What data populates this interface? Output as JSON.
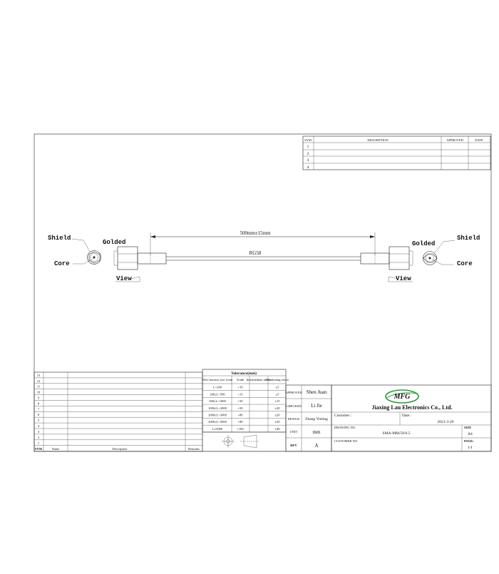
{
  "revision_table": {
    "headers": [
      "SYM",
      "DESCRIPTION",
      "APPROVED",
      "DATE"
    ],
    "rows": [
      "1",
      "2",
      "3",
      "4"
    ]
  },
  "drawing": {
    "length_dim": "500mm±15mm",
    "cable_label": "RG58",
    "left": {
      "shield": "Shield",
      "core": "Core",
      "golded": "Golded",
      "view": "View"
    },
    "right": {
      "shield": "Shield",
      "core": "Core",
      "golded": "Golded",
      "view": "View"
    }
  },
  "parts_list": {
    "row_numbers": [
      "13",
      "12",
      "11",
      "10",
      "9",
      "8",
      "7",
      "6",
      "5",
      "4",
      "3",
      "2",
      "1"
    ],
    "footer": [
      "SYM",
      "Name",
      "Description",
      "Remarks"
    ]
  },
  "tolerance": {
    "title": "Tolerance(mm)",
    "headers": [
      "Wire harness size Lmm",
      "Trunk",
      "Intermediate nodes",
      "Positioning errors"
    ],
    "rows": [
      {
        "range": "L<200",
        "trunk": "+10",
        "err": "±5"
      },
      {
        "range": "200≤L<500",
        "trunk": "+15",
        "err": "±5"
      },
      {
        "range": "500≤L<1000",
        "trunk": "+30",
        "err": "±15"
      },
      {
        "range": "1000≤L<2000",
        "trunk": "+50",
        "err": "±20"
      },
      {
        "range": "2000≤L<3000",
        "trunk": "+80",
        "err": "±20"
      },
      {
        "range": "3000≤L<5000",
        "trunk": "+80",
        "err": "±30"
      },
      {
        "range": "L≥5000",
        "trunk": "+100",
        "err": "±40"
      }
    ]
  },
  "title_block": {
    "approved_label": "APPROVED",
    "approved_name": "Shen Juan",
    "checked_label": "CHECKED",
    "checked_name": "Li Jie",
    "design_label": "DESIGN",
    "design_name": "Zhang Yiming",
    "unit_label": "UNIT",
    "unit_value": "mm",
    "rev_label": "REV",
    "rev_value": "A",
    "logo_text": "MFG",
    "company": "Jiaxing Lau Electronics Co., Ltd.",
    "customer_label": "Customer :",
    "date_label": "Date :",
    "date_value": "2021-3-29",
    "drawing_no_label": "DRAWING NO.",
    "drawing_no_value": "SMA-MM/50/0.5",
    "size_label": "SIZE",
    "size_value": "A4",
    "customer_no_label": "CUSTOMER NO.",
    "page_label": "PAGE:",
    "page_value": "1/1"
  },
  "colors": {
    "logo_green": "#2f9a3a",
    "logo_blue": "#1c3c9a",
    "line": "#222222"
  }
}
